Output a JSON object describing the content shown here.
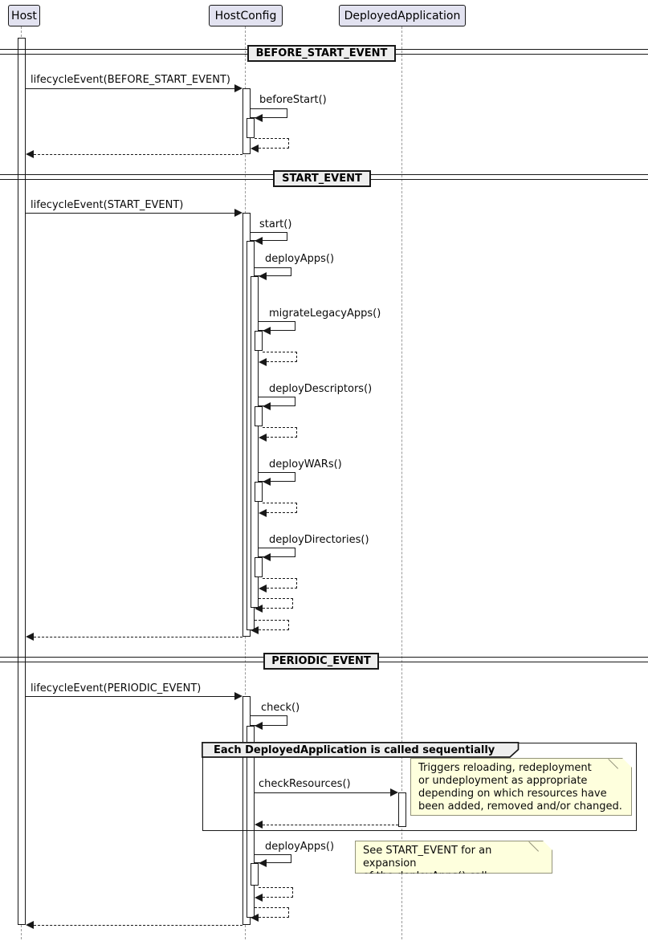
{
  "participants": [
    {
      "name": "Host"
    },
    {
      "name": "HostConfig"
    },
    {
      "name": "DeployedApplication"
    }
  ],
  "sections": [
    {
      "divider": "BEFORE_START_EVENT",
      "messages": [
        "lifecycleEvent(BEFORE_START_EVENT)",
        "beforeStart()"
      ]
    },
    {
      "divider": "START_EVENT",
      "messages": [
        "lifecycleEvent(START_EVENT)",
        "start()",
        "deployApps()",
        "migrateLegacyApps()",
        "deployDescriptors()",
        "deployWARs()",
        "deployDirectories()"
      ]
    },
    {
      "divider": "PERIODIC_EVENT",
      "messages": [
        "lifecycleEvent(PERIODIC_EVENT)",
        "check()",
        "checkResources()",
        "deployApps()"
      ]
    }
  ],
  "group": {
    "title": "Each DeployedApplication is called sequentially"
  },
  "notes": [
    {
      "text": "Triggers reloading, redeployment\nor undeployment as appropriate\ndepending on which resources have\nbeen added, removed and/or changed."
    },
    {
      "text": "See START_EVENT for an expansion\nof the deployApps() call."
    }
  ],
  "colors": {
    "participant_fill": "#E2E2F0",
    "participant_border": "#181818",
    "divider_fill": "#EEEEEE",
    "group_header_fill": "#EEEEEE",
    "note_fill": "#FEFFDD",
    "note_border": "#93937B",
    "line": "#181818",
    "lifeline": "#999999"
  }
}
